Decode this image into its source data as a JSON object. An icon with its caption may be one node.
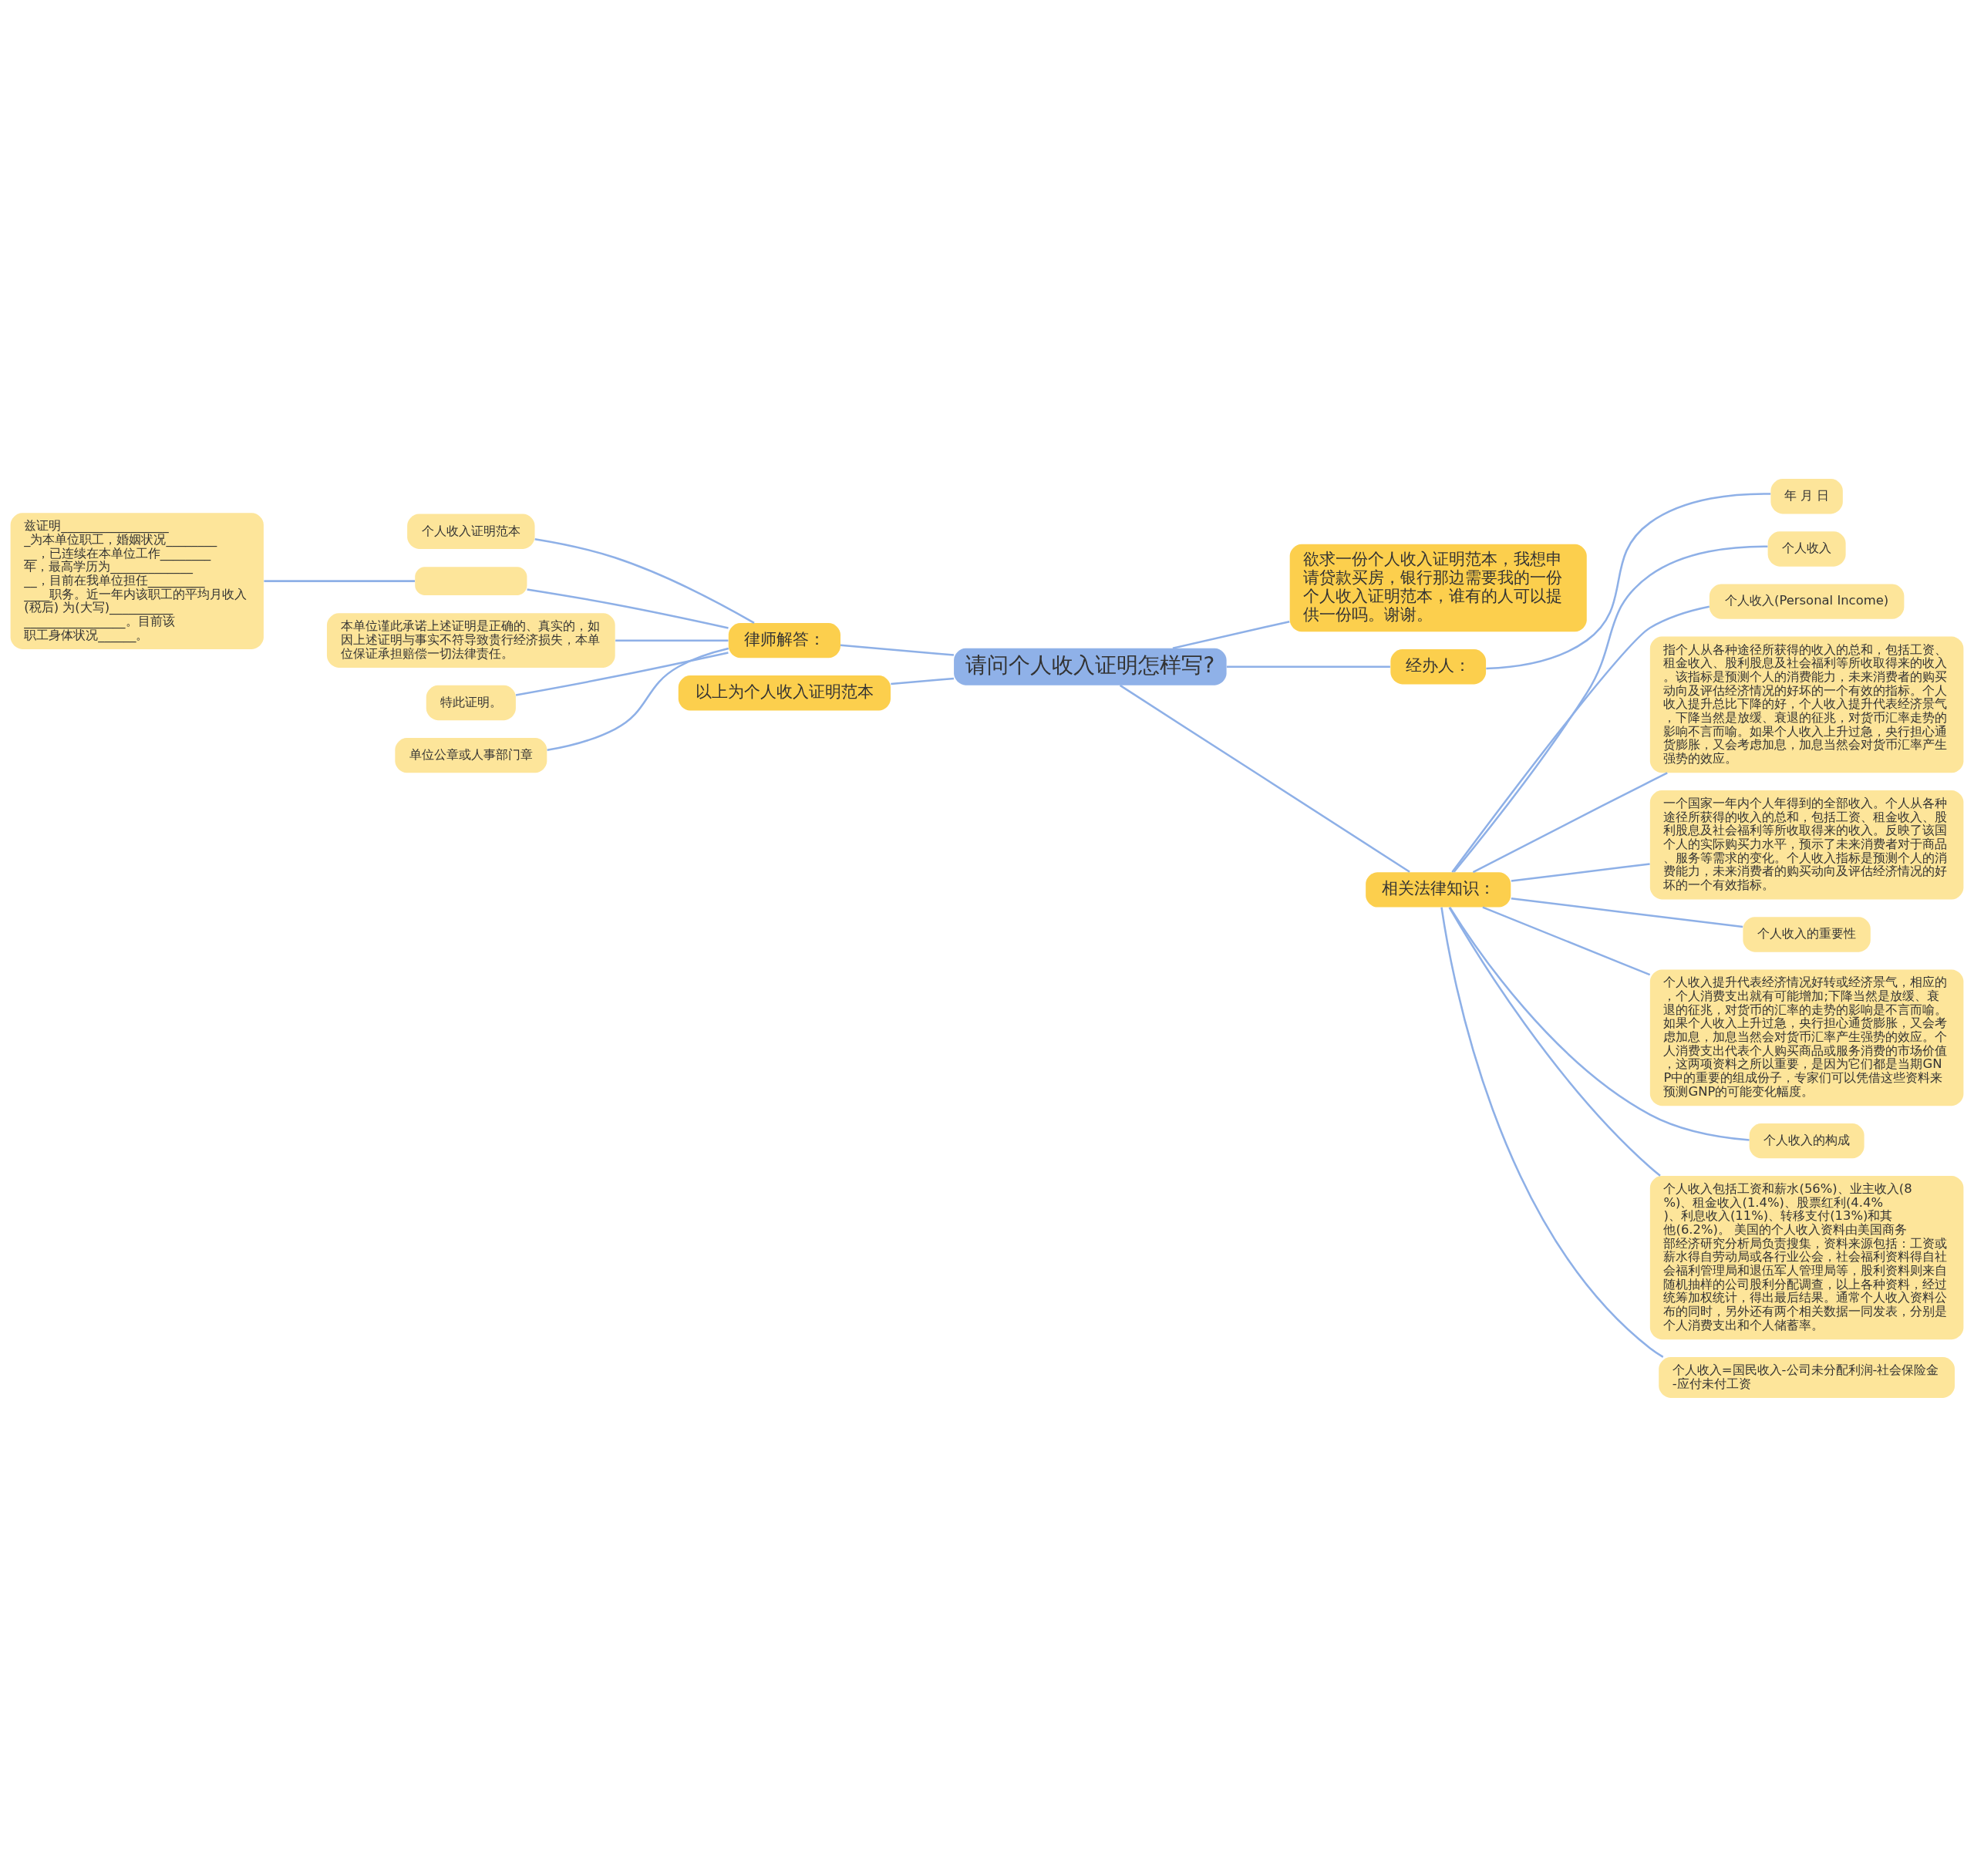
{
  "diagram": {
    "nodes": [
      {
        "text": [
          "请问个人收入证明怎样写?"
        ]
      },
      {
        "text": [
          "律师解答："
        ]
      },
      {
        "text": [
          "个人收入证明范本"
        ]
      },
      {
        "text": [],
        "shape": "box"
      },
      {
        "text": [
          "兹证明__________________为本单位职工，婚姻状况__________，已连续在本单位工作________年，最高学历为_______________，目前在我单位担任_____________职务。近一年内该职工的平均月收入(税后) 为(大写)__________________________。目前该职工身体状况______。"
        ]
      },
      {
        "text": [
          "本单位谨此承诺上述证明是正确的、真实的，如因上述证明与事实不符导致贵行经济损失，本单位保证承担赔偿一切法律责任。"
        ]
      },
      {
        "text": [
          "特此证明。"
        ]
      },
      {
        "text": [
          "单位公章或人事部门章"
        ]
      },
      {
        "text": [
          "以上为个人收入证明范本"
        ]
      },
      {
        "text": [
          "欲求一份个人收入证明范本，我想申请贷款买房，银行那边需要我的一份个人收入证明范本，谁有的人可以提供一份吗。谢谢。"
        ]
      },
      {
        "text": [
          "经办人："
        ]
      },
      {
        "text": [
          "年 月 日"
        ]
      },
      {
        "text": [
          "相关法律知识："
        ]
      },
      {
        "text": [
          "个人收入"
        ]
      },
      {
        "text": [
          "个人收入(Personal Income)"
        ]
      },
      {
        "text": [
          "指个人从各种途径所获得的收入的总和，包括工资、租金收入、股利股息及社会福利等所收取得来的收入。该指标是预测个人的消费能力，未来消费者的购买动向及评估经济情况的好坏的一个有效的指标。个人收入提升总比下降的好，个人收入提升代表经济景气，下降当然是放缓、衰退的征兆，对货币汇率走势的影响不言而喻。如果个人收入上升过急，央行担心通货膨胀，又会考虑加息，加息当然会对货币汇率产生强势的效应。"
        ]
      },
      {
        "text": [
          "一个国家一年内个人年得到的全部收入。个人从各种途径所获得的收入的总和，包括工资、租金收入、股利股息及社会福利等所收取得来的收入。反映了该国个人的实际购买力水平，预示了未来消费者对于商品、服务等需求的变化。个人收入指标是预测个人的消费能力，未来消费者的购买动向及评估经济情况的好坏的一个有效指标。"
        ]
      },
      {
        "text": [
          "个人收入的重要性"
        ]
      },
      {
        "text": [
          "个人收入提升代表经济情况好转或经济景气，相应的，个人消费支出就有可能增加;下降当然是放缓、衰退的征兆，对货币的汇率的走势的影响是不言而喻。如果个人收入上升过急，央行担心通货膨胀，又会考虑加息，加息当然会对货币汇率产生强势的效应。个人消费支出代表个人购买商品或服务消费的市场价值，这两项资料之所以重要，是因为它们都是当期GNP中的重要的组成份子，专家们可以凭借这些资料来预测GNP的可能变化幅度。"
        ]
      },
      {
        "text": [
          "个人收入的构成"
        ]
      },
      {
        "text": [
          "个人收入包括工资和薪水(56%)、业主收入(8%)、租金收入(1.4%)、股票红利(4.4%)、利息收入(11%)、转移支付(13%)和其他(6.2%)。 美国的个人收入资料由美国商务部经济研究分析局负责搜集，资料来源包括：工资或薪水得自劳动局或各行业公会，社会福利资料得自社会福利管理局和退伍军人管理局等，股利资料则来自随机抽样的公司股利分配调查，以上各种资料，经过统筹加权统计，得出最后结果。通常个人收入资料公布的同时，另外还有两个相关数据一同发表，分别是个人消费支出和个人储蓄率。"
        ]
      },
      {
        "text": [
          "个人收入=国民收入-公司未分配利润-社会保险金-应付未付工资"
        ]
      }
    ],
    "edges": [
      {
        "from": 0,
        "to": 9,
        "arrow": "none"
      },
      {
        "from": 0,
        "to": 10,
        "arrow": "none"
      },
      {
        "from": 10,
        "to": 11,
        "arrow": "none"
      },
      {
        "from": 0,
        "to": 1,
        "arrow": "none"
      },
      {
        "from": 1,
        "to": 2,
        "arrow": "none"
      },
      {
        "from": 1,
        "to": 3,
        "arrow": "none"
      },
      {
        "from": 3,
        "to": 4,
        "arrow": "none"
      },
      {
        "from": 1,
        "to": 5,
        "arrow": "none"
      },
      {
        "from": 1,
        "to": 6,
        "arrow": "none"
      },
      {
        "from": 1,
        "to": 7,
        "arrow": "none"
      },
      {
        "from": 0,
        "to": 8,
        "arrow": "none"
      },
      {
        "from": 0,
        "to": 12,
        "arrow": "none"
      },
      {
        "from": 12,
        "to": 13,
        "arrow": "none"
      },
      {
        "from": 12,
        "to": 14,
        "arrow": "none"
      },
      {
        "from": 12,
        "to": 15,
        "arrow": "none"
      },
      {
        "from": 12,
        "to": 16,
        "arrow": "none"
      },
      {
        "from": 12,
        "to": 17,
        "arrow": "none"
      },
      {
        "from": 12,
        "to": 18,
        "arrow": "none"
      },
      {
        "from": 12,
        "to": 19,
        "arrow": "none"
      },
      {
        "from": 12,
        "to": 20,
        "arrow": "none"
      },
      {
        "from": 12,
        "to": 21,
        "arrow": "none"
      }
    ]
  }
}
